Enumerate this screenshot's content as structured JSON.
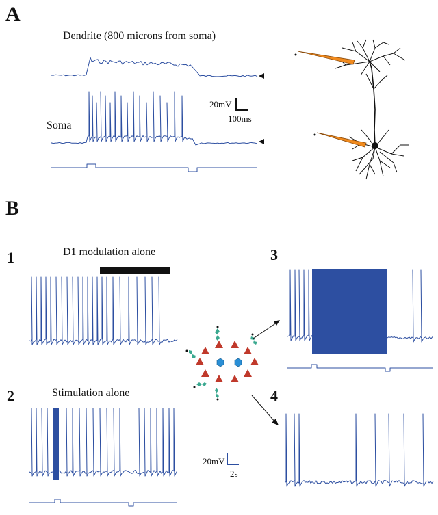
{
  "figure": {
    "panel_a": {
      "letter": "A",
      "dendrite_label": "Dendrite (800 microns from soma)",
      "soma_label": "Soma",
      "scale_voltage": "20mV",
      "scale_time": "100ms"
    },
    "panel_b": {
      "letter": "B",
      "sub1": {
        "number": "1",
        "label": "D1 modulation alone"
      },
      "sub2": {
        "number": "2",
        "label": "Stimulation alone"
      },
      "sub3": {
        "number": "3"
      },
      "sub4": {
        "number": "4"
      },
      "scale_voltage": "20mV",
      "scale_time": "2s"
    }
  },
  "colors": {
    "trace": "#2d4fa1",
    "electrode": "#f08a1e",
    "pyramidal_cell": "#c0392b",
    "interneuron": "#2a8fd6",
    "dopamine_terminal": "#3aa88f",
    "neuron_morphology": "#111111"
  }
}
